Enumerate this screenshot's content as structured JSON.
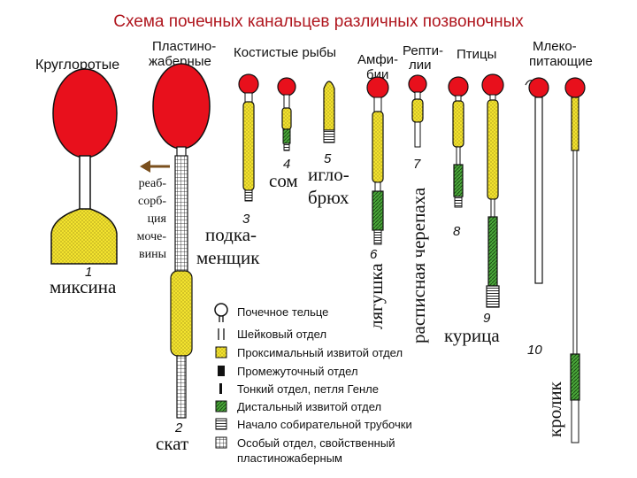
{
  "title": "Схема почечных канальцев различных позвоночных",
  "colors": {
    "title": "#b0171f",
    "glomerulus": "#e8101c",
    "proximal": "#f2e22e",
    "distal": "#3c9a2c",
    "outline": "#111111"
  },
  "headers": {
    "cyclostomes": "Круглоротые",
    "elasmo_1": "Пластино-",
    "elasmo_2": "жаберные",
    "bony_fish": "Костистые рыбы",
    "amphib_1": "Амфи-",
    "amphib_2": "бии",
    "rept_1": "Репти-",
    "rept_2": "лии",
    "birds": "Птицы",
    "mammals_1": "Млеко-",
    "mammals_2": "питающие"
  },
  "numbers": [
    "1",
    "2",
    "3",
    "4",
    "5",
    "6",
    "7",
    "8",
    "9",
    "10"
  ],
  "species": {
    "hagfish": "миксина",
    "ray": "скат",
    "catfish": "сом",
    "stickleback_1": "игло-",
    "stickleback_2": "брюх",
    "podkamenshchik_1": "подка-",
    "podkamenshchik_2": "менщик",
    "frog": "лягушка",
    "turtle": "расписная черепаха",
    "chicken": "курица",
    "rabbit": "кролик"
  },
  "reabsorption": [
    "реаб-",
    "сорб-",
    "ция",
    "моче-",
    "вины"
  ],
  "legend": [
    {
      "icon": "glomerulus-icon",
      "label": "Почечное тельце"
    },
    {
      "icon": "neck-icon",
      "label": "Шейковый отдел"
    },
    {
      "icon": "proximal-icon",
      "label": "Проксимальный извитой отдел"
    },
    {
      "icon": "intermediate-icon",
      "label": "Промежуточный отдел"
    },
    {
      "icon": "thin-icon",
      "label": "Тонкий отдел, петля Генле"
    },
    {
      "icon": "distal-icon",
      "label": "Дистальный извитой отдел"
    },
    {
      "icon": "collecting-icon",
      "label": "Начало собирательной трубочки"
    },
    {
      "icon": "special-icon",
      "label": "Особый отдел, свойственный"
    },
    {
      "icon": "",
      "label": "пластиножаберным"
    }
  ]
}
